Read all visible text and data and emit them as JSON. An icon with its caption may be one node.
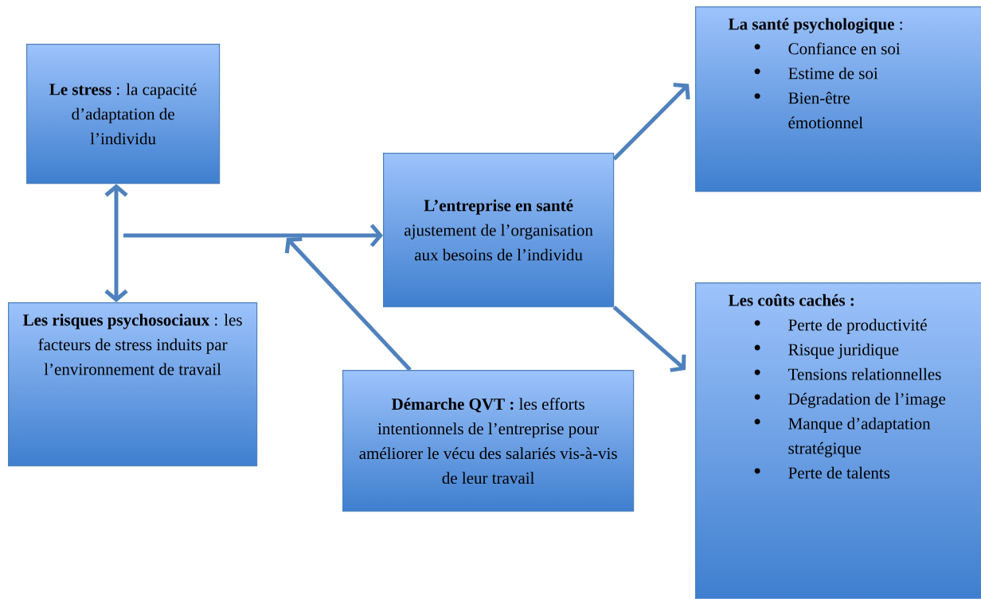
{
  "diagram": {
    "nodes": [
      {
        "text": [
          "**Le stress** : la capacité d’adaptation de l’individu"
        ]
      },
      {
        "text": [
          "**Les risques psychosociaux** : les facteurs de stress induits par l’environnement de travail"
        ]
      },
      {
        "text": [
          "L’entreprise en santé",
          "ajustement de l’organisation aux besoins de l’individu"
        ]
      },
      {
        "text": [
          "**Démarche QVT :** les efforts intentionnels de l’entreprise pour améliorer le vécu des salariés vis-à-vis de leur travail"
        ]
      },
      {
        "text": [
          "**La santé psychologique** :",
          "Confiance en soi",
          "Estime de soi",
          "Bien-être émotionnel"
        ]
      },
      {
        "text": [
          "Les coûts cachés :",
          "Perte de productivité",
          "Risque juridique",
          "Tensions relationnelles",
          "Dégradation de l’image",
          "Manque d’adaptation stratégique",
          "Perte de talents"
        ]
      }
    ],
    "edges": [
      {
        "from": 0,
        "to": 1,
        "arrow": "both"
      },
      {
        "from": null,
        "to": 2,
        "arrow": "to"
      },
      {
        "from": 3,
        "to": null,
        "arrow": "to"
      },
      {
        "from": 2,
        "to": 4,
        "arrow": "to"
      },
      {
        "from": 2,
        "to": 5,
        "arrow": "to"
      }
    ]
  }
}
